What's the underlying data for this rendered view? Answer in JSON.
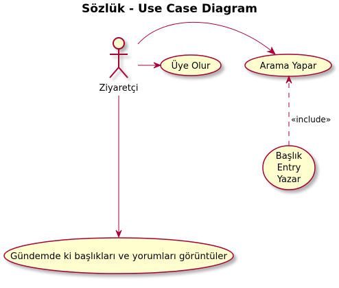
{
  "title": "Sözlük - Use Case Diagram",
  "colors": {
    "usecase_fill": "#FEFECE",
    "border": "#A80036",
    "shadow": "#D4D4D4",
    "text": "#000000"
  },
  "actor": {
    "name": "Ziyaretçi",
    "icon": "stick-figure-icon"
  },
  "use_cases": {
    "register": "Üye Olur",
    "search": "Arama Yapar",
    "write": [
      "Başlık",
      "Entry",
      "Yazar"
    ],
    "view": "Gündemde ki başlıkları ve yorumları görüntüler"
  },
  "relations": {
    "include_label": "«include»"
  }
}
